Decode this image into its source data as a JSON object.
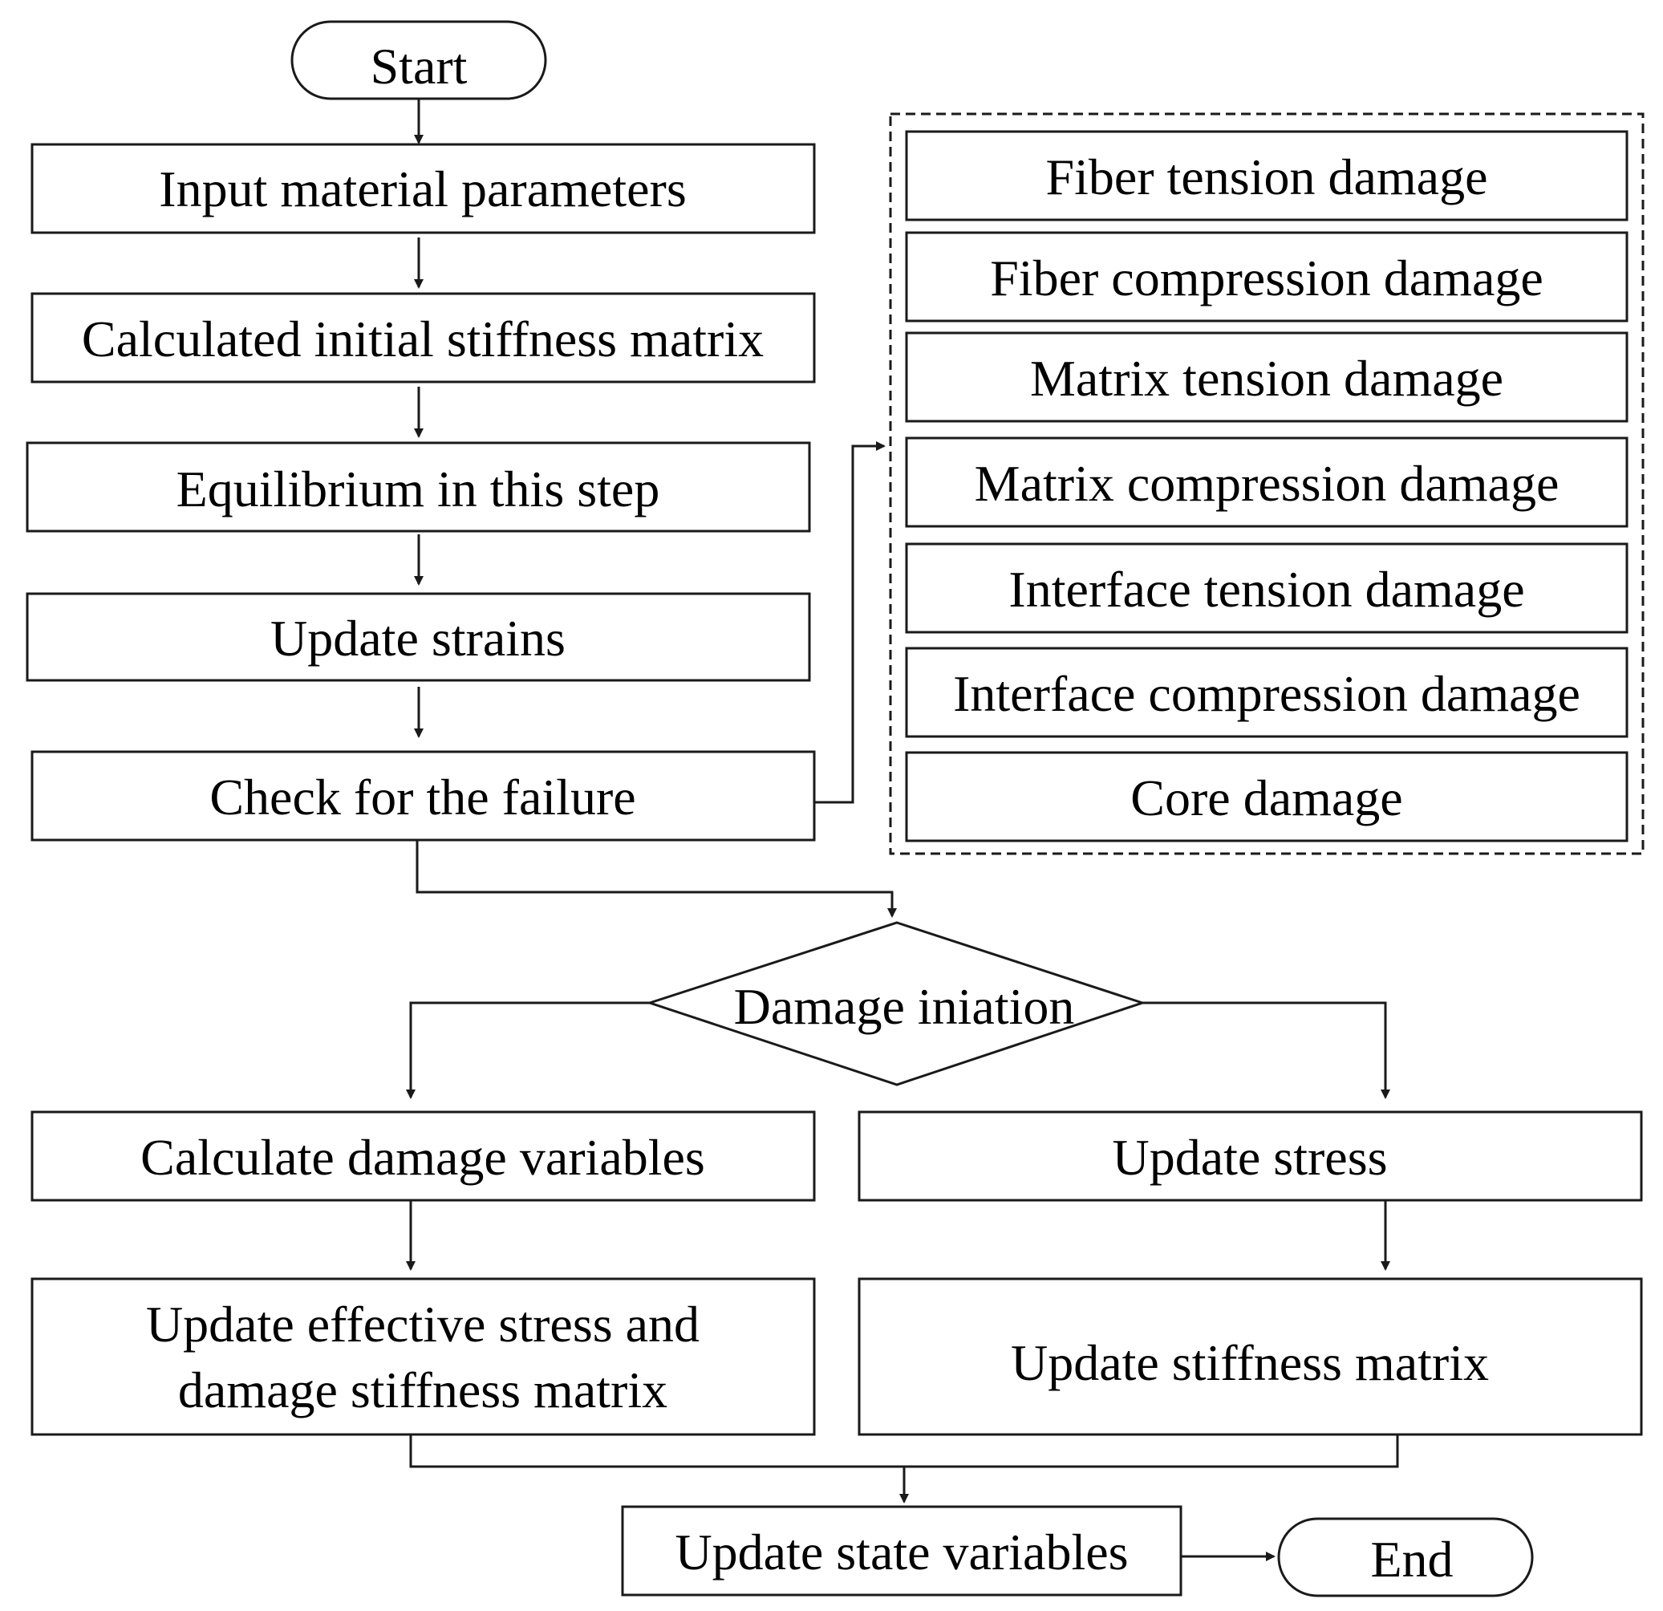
{
  "start": "Start",
  "end": "End",
  "steps": {
    "input": "Input material parameters",
    "initial_stiffness": "Calculated initial stiffness matrix",
    "equilibrium": "Equilibrium in this step",
    "update_strains": "Update strains",
    "check_failure": "Check for the failure"
  },
  "failure_modes": [
    "Fiber tension damage",
    "Fiber compression damage",
    "Matrix tension damage",
    "Matrix compression damage",
    "Interface tension damage",
    "Interface compression damage",
    "Core damage"
  ],
  "decision": "Damage iniation",
  "left_branch": {
    "calculate": "Calculate damage variables",
    "update_line1": "Update effective stress and",
    "update_line2": "damage stiffness matrix"
  },
  "right_branch": {
    "update_stress": "Update stress",
    "update_stiffness": "Update stiffness matrix"
  },
  "state": "Update state variables"
}
